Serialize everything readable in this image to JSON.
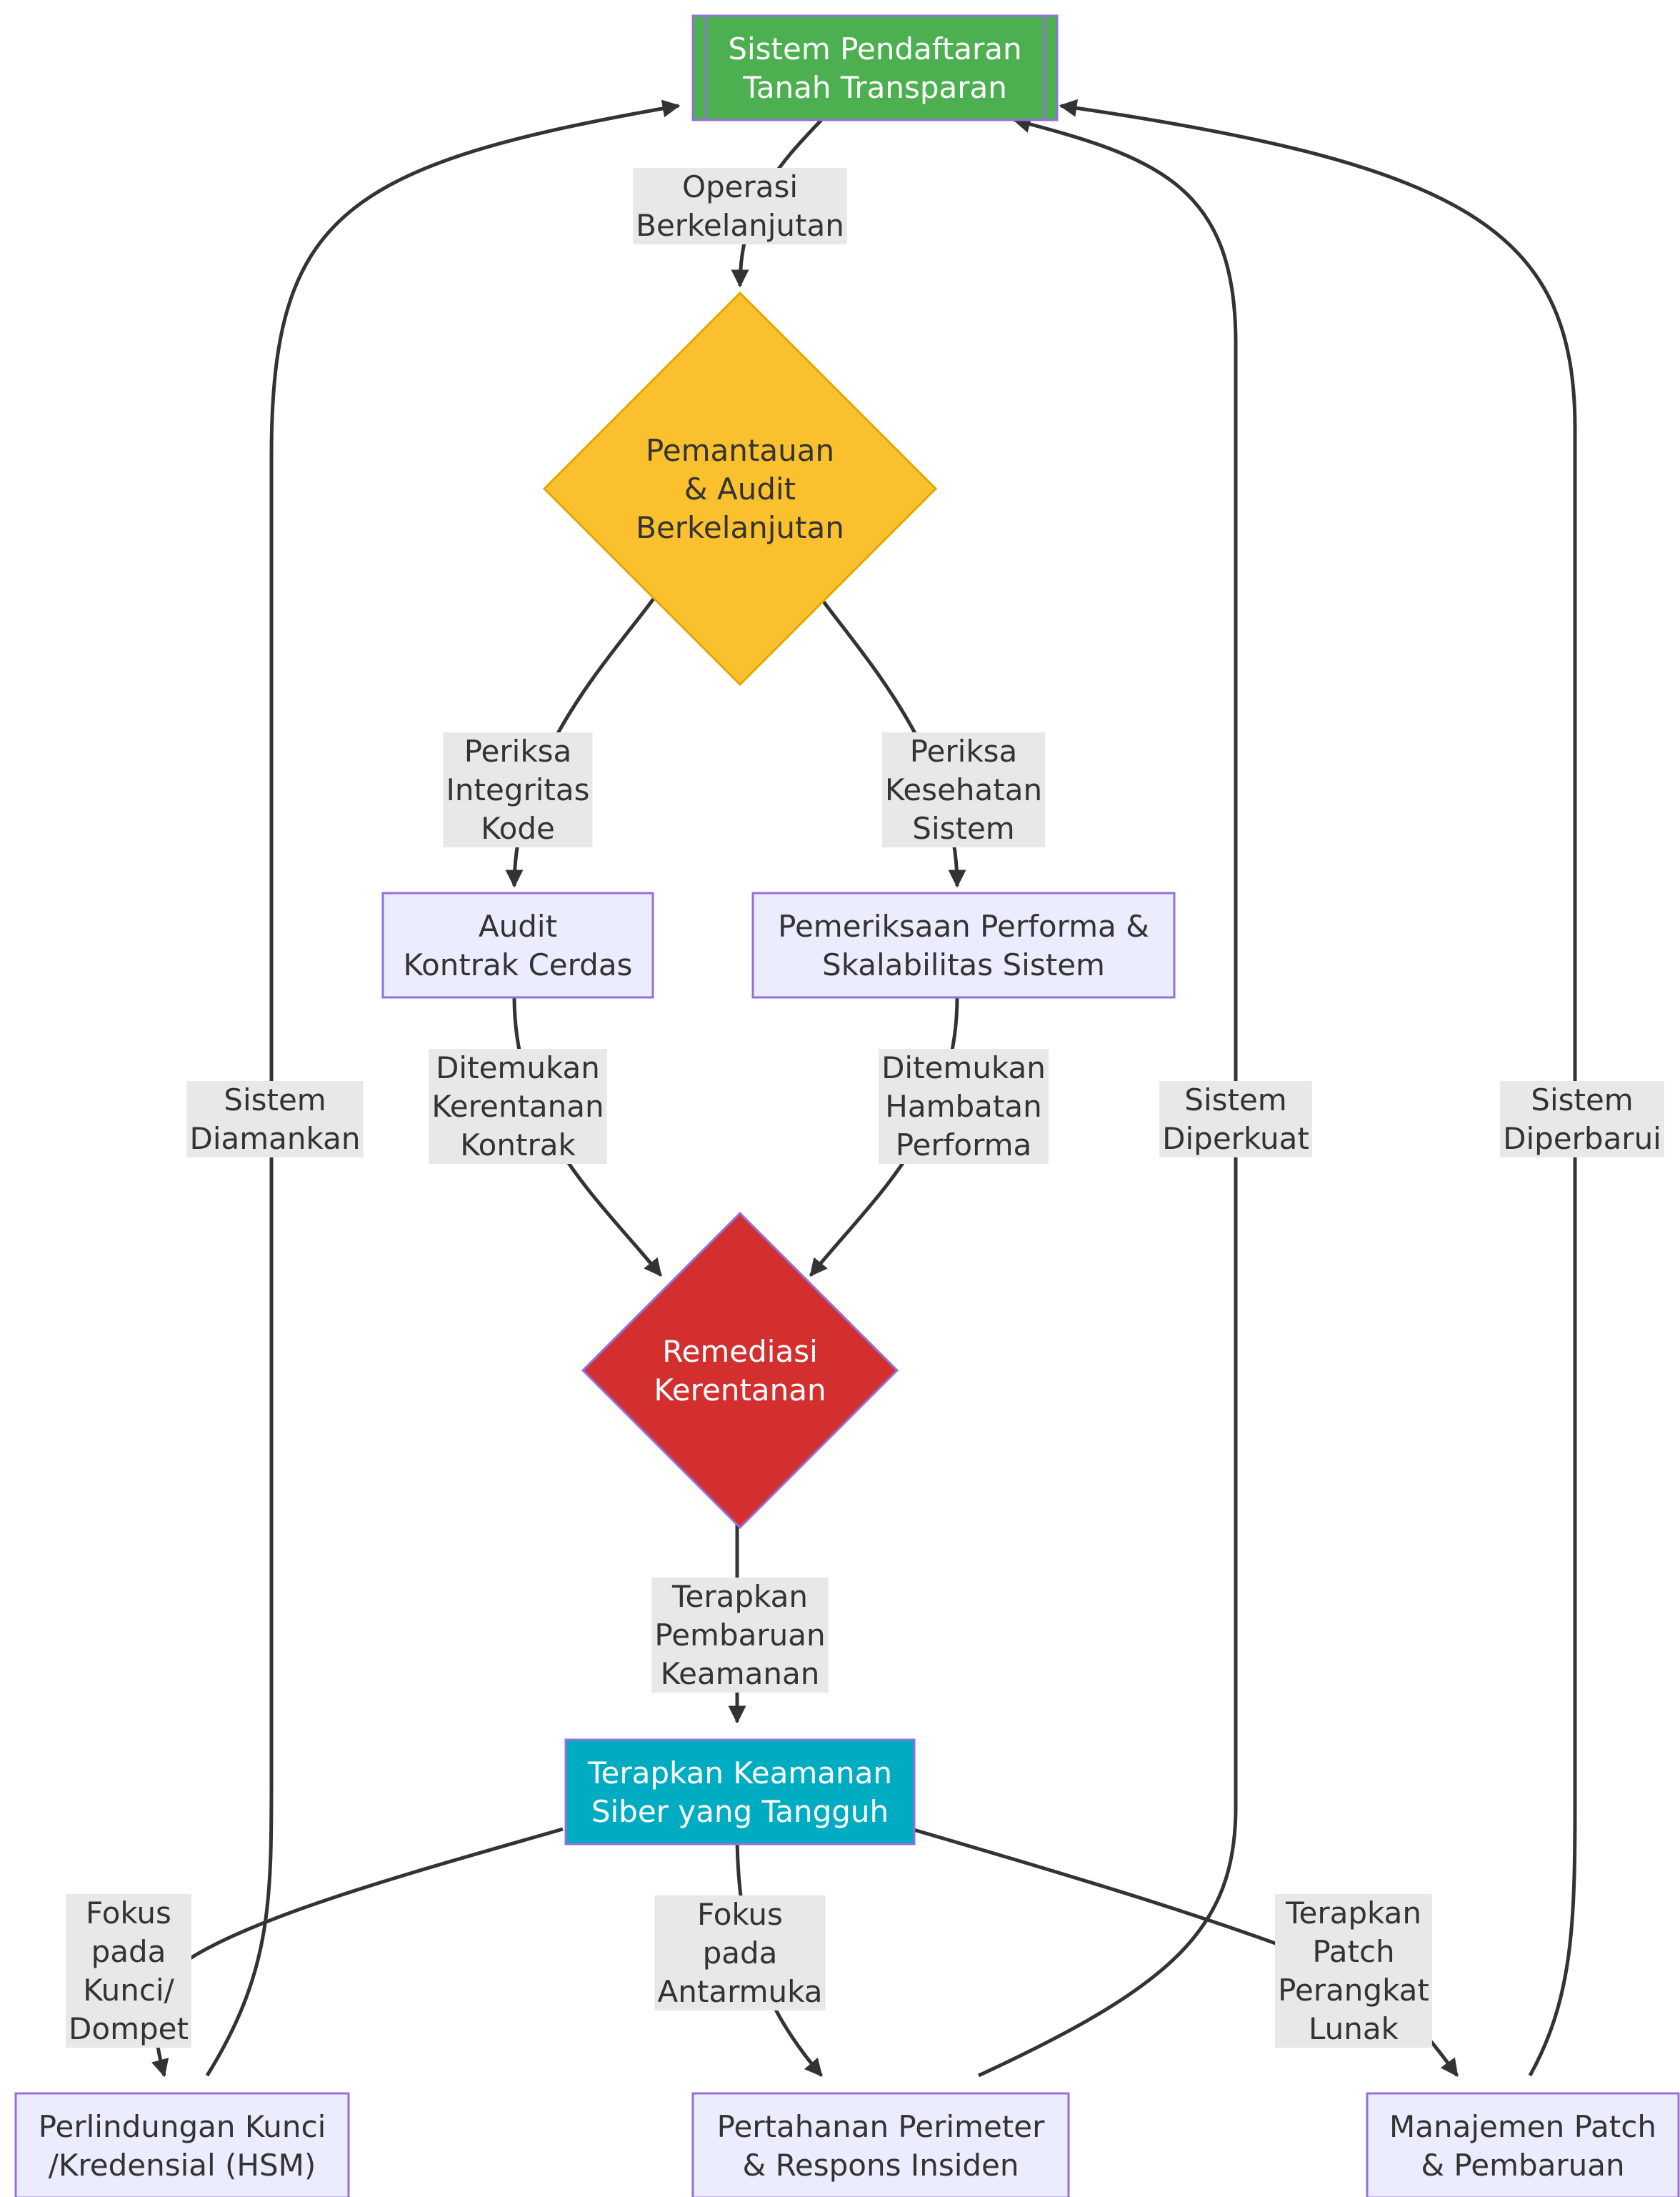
{
  "colors": {
    "start": "#4caf50",
    "start_border": "#2e7d32",
    "decision": "#fbc02d",
    "remediation": "#d32f2f",
    "security": "#00acc1",
    "process_fill": "#ececff",
    "process_border": "#9370db",
    "edge": "#333333",
    "label_bg": "#e8e8e8"
  },
  "nodes": {
    "start": [
      "Sistem Pendaftaran",
      "Tanah Transparan"
    ],
    "monitor": [
      "Pemantauan",
      "& Audit",
      "Berkelanjutan"
    ],
    "audit": [
      "Audit",
      "Kontrak Cerdas"
    ],
    "perf": [
      "Pemeriksaan Performa &",
      "Skalabilitas Sistem"
    ],
    "remediate": [
      "Remediasi",
      "Kerentanan"
    ],
    "security": [
      "Terapkan Keamanan",
      "Siber yang Tangguh"
    ],
    "keys": [
      "Perlindungan Kunci",
      "/Kredensial (HSM)"
    ],
    "perimeter": [
      "Pertahanan Perimeter",
      "& Respons Insiden"
    ],
    "patch": [
      "Manajemen Patch",
      "& Pembaruan"
    ]
  },
  "edge_labels": {
    "ops": [
      "Operasi",
      "Berkelanjutan"
    ],
    "integrity": [
      "Periksa",
      "Integritas",
      "Kode"
    ],
    "health": [
      "Periksa",
      "Kesehatan",
      "Sistem"
    ],
    "vuln": [
      "Ditemukan",
      "Kerentanan",
      "Kontrak"
    ],
    "bottleneck": [
      "Ditemukan",
      "Hambatan",
      "Performa"
    ],
    "apply_update": [
      "Terapkan",
      "Pembaruan",
      "Keamanan"
    ],
    "focus_keys": [
      "Fokus",
      "pada",
      "Kunci/",
      "Dompet"
    ],
    "focus_interface": [
      "Fokus",
      "pada",
      "Antarmuka"
    ],
    "apply_patch": [
      "Terapkan",
      "Patch",
      "Perangkat",
      "Lunak"
    ],
    "secured": [
      "Sistem",
      "Diamankan"
    ],
    "hardened": [
      "Sistem",
      "Diperkuat"
    ],
    "updated": [
      "Sistem",
      "Diperbarui"
    ]
  }
}
